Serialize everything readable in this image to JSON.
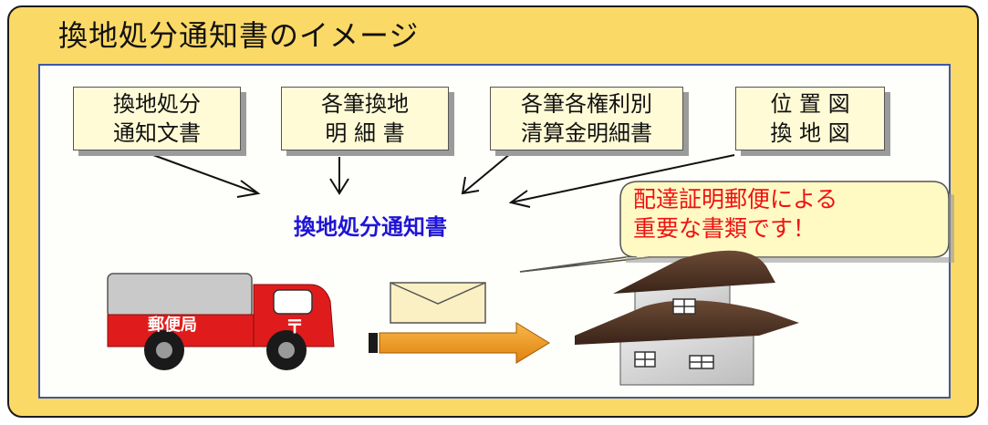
{
  "title": "換地処分通知書のイメージ",
  "documents": [
    {
      "line1": "換地処分",
      "line2": "通知文書"
    },
    {
      "line1": "各筆換地",
      "line2": "明 細 書"
    },
    {
      "line1": "各筆各権利別",
      "line2": "清算金明細書"
    },
    {
      "line1": "位 置 図",
      "line2": "換 地 図"
    }
  ],
  "center_label": "換地処分通知書",
  "callout": {
    "line1": "配達証明郵便による",
    "line2": "重要な書類です！"
  },
  "truck": {
    "label": "郵便局",
    "mark": "〒"
  },
  "colors": {
    "frame": "#fbd966",
    "inner_border": "#3c59a8",
    "center_label": "#1f14d6",
    "callout_text": "#ee1111",
    "truck_body": "#e01b1b",
    "arrow": "#f29a1a"
  }
}
